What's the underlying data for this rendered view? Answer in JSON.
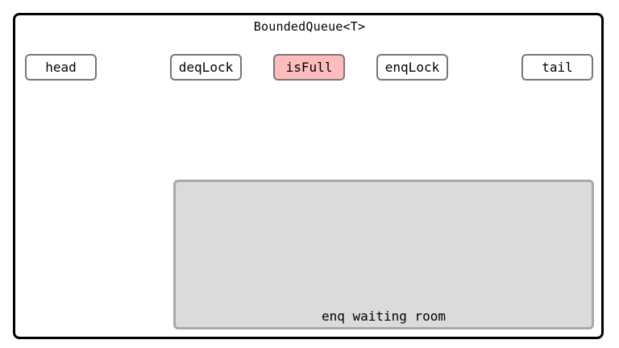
{
  "diagram": {
    "title": "BoundedQueue<T>",
    "fields": [
      {
        "label": "head",
        "highlighted": false
      },
      {
        "label": "deqLock",
        "highlighted": false
      },
      {
        "label": "isFull",
        "highlighted": true
      },
      {
        "label": "enqLock",
        "highlighted": false
      },
      {
        "label": "tail",
        "highlighted": false
      }
    ],
    "waiting_room": {
      "label": "enq waiting room"
    },
    "colors": {
      "frame_border": "#000000",
      "field_border": "#777777",
      "highlight_fill": "#ffbcbc",
      "waiting_room_fill": "#dbdbdb",
      "waiting_room_border": "#a8a8a8"
    }
  }
}
